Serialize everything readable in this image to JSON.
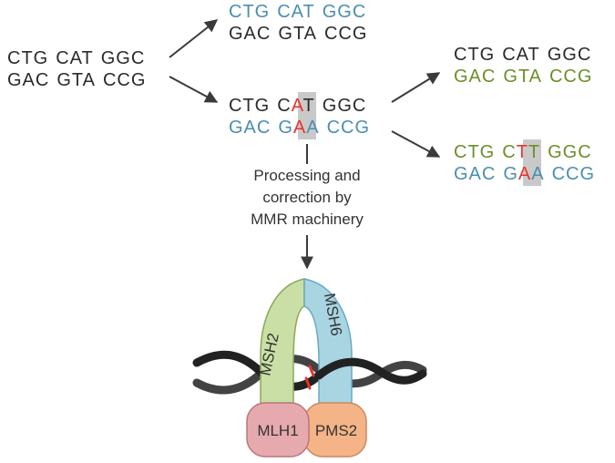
{
  "colors": {
    "black": "#2b2b2b",
    "blue": "#4a8fb0",
    "green": "#6c8f2a",
    "red": "#e8342a",
    "highlight": "#c9c9c9",
    "arrow": "#3a3a3a",
    "msh2_fill": "#c9dfa5",
    "msh2_stroke": "#8aa85a",
    "msh6_fill": "#a9d4e2",
    "msh6_stroke": "#6aaac0",
    "mlh1_fill": "#e6a9ad",
    "mlh1_stroke": "#b9777c",
    "pms2_fill": "#f4b487",
    "pms2_stroke": "#c9895c",
    "dna": "#222222"
  },
  "parent": {
    "top": [
      "CT",
      "G",
      "CAT",
      "GGC"
    ],
    "bottom": [
      "GAC",
      "GTA",
      "CCG"
    ]
  },
  "daughter_correct": {
    "top": [
      "CT",
      "G",
      "CAT",
      "GGC"
    ],
    "bottom": [
      "GAC",
      "GTA",
      "CCG"
    ]
  },
  "daughter_mismatch": {
    "top": [
      "CT",
      "G",
      "C",
      "A",
      "T",
      "GGC"
    ],
    "bottom": [
      "GAC",
      "G",
      "A",
      "A",
      "CCG"
    ]
  },
  "outcome_corrected": {
    "top": [
      "CT",
      "G",
      "CAT",
      "GGC"
    ],
    "bottom": [
      "GAC",
      "GTA",
      "CCG"
    ]
  },
  "outcome_mutant": {
    "top": [
      "CT",
      "G",
      "C",
      "T",
      "T",
      "GGC"
    ],
    "bottom": [
      "GAC",
      "G",
      "A",
      "A",
      "CCG"
    ]
  },
  "process_label": [
    "Processing and",
    "correction by",
    "MMR machinery"
  ],
  "proteins": {
    "msh2": "MSH2",
    "msh6": "MSH6",
    "mlh1": "MLH1",
    "pms2": "PMS2"
  },
  "icons": {
    "arrow": "arrow-icon",
    "dna": "dna-double-helix-icon",
    "mismatch": "mismatch-mark-icon"
  }
}
